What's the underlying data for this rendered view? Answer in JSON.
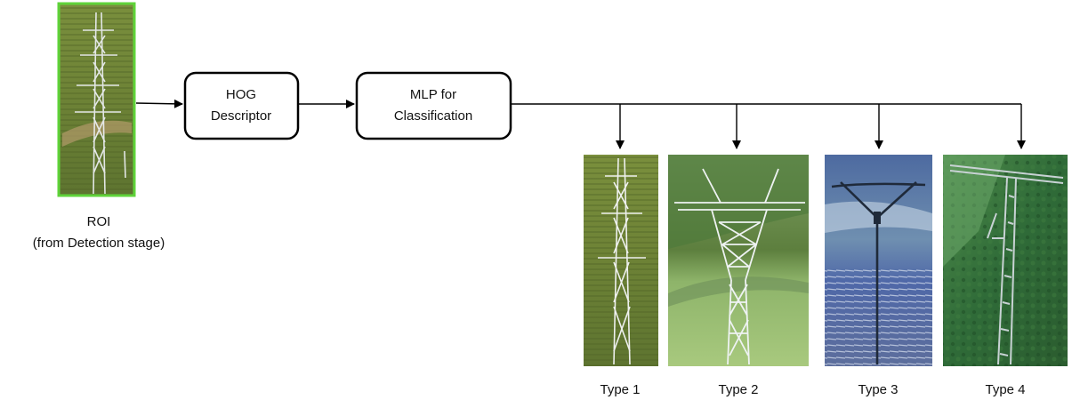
{
  "roi": {
    "label_line1": "ROI",
    "label_line2": "(from Detection stage)",
    "border_color": "#5fd33a"
  },
  "hog": {
    "line1": "HOG",
    "line2": "Descriptor"
  },
  "mlp": {
    "line1": "MLP for",
    "line2": "Classification"
  },
  "types": [
    {
      "label": "Type 1",
      "style": "lattice-field"
    },
    {
      "label": "Type 2",
      "style": "y-tower-meadow"
    },
    {
      "label": "Type 3",
      "style": "pole-v-arms"
    },
    {
      "label": "Type 4",
      "style": "concrete-pole-trees"
    }
  ]
}
